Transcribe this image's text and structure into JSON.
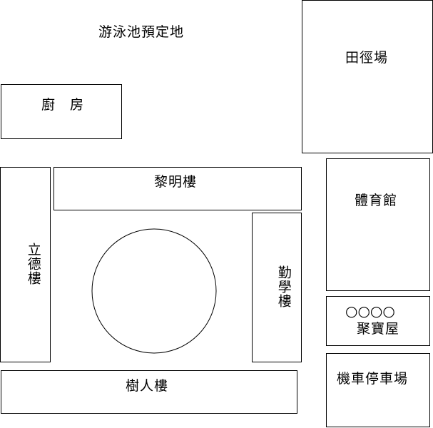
{
  "map": {
    "pool_site": "游泳池預定地",
    "kitchen": "廚　房",
    "track_field": "田徑場",
    "liming_building": "黎明樓",
    "gym": "體育館",
    "lide_building": "立德樓",
    "qinxue_building": "勤學樓",
    "store_marks": "○○○○",
    "store": "聚寶屋",
    "shuren_building": "樹人樓",
    "motorcycle_parking": "機車停車場"
  },
  "colors": {
    "line": "#000000",
    "background": "#ffffff"
  }
}
